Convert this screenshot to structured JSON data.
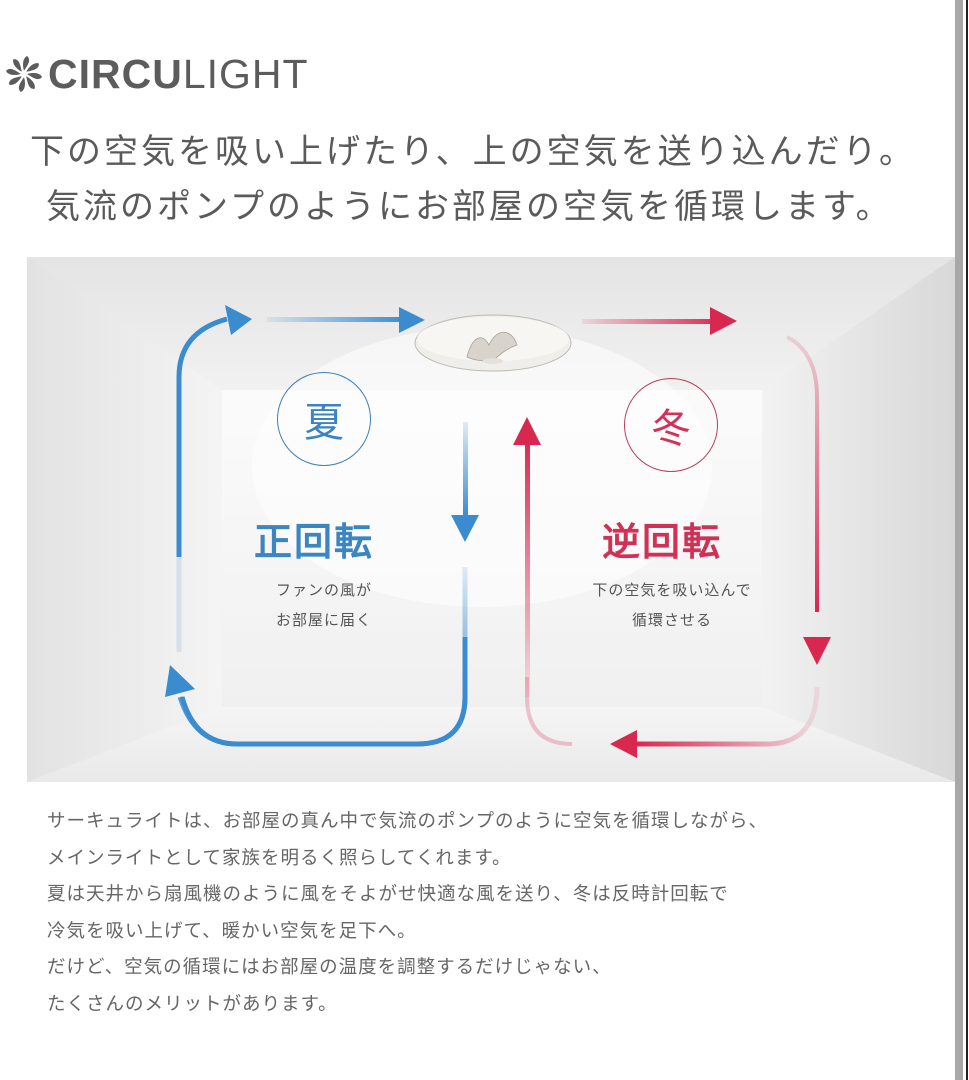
{
  "brand": {
    "logo_icon": "fan-swirl-icon",
    "name_bold": "CIRCU",
    "name_light": "LIGHT"
  },
  "headline": {
    "line1": "下の空気を吸い上げたり、上の空気を送り込んだり。",
    "line2": "気流のポンプのようにお部屋の空気を循環します。"
  },
  "diagram": {
    "summer": {
      "season": "夏",
      "mode": "正回転",
      "desc_line1": "ファンの風が",
      "desc_line2": "お部屋に届く",
      "color": "#3a8ccf"
    },
    "winter": {
      "season": "冬",
      "mode": "逆回転",
      "desc_line1": "下の空気を吸い込んで",
      "desc_line2": "循環させる",
      "color": "#d9284f"
    },
    "fixture_icon": "ceiling-fan-light-icon"
  },
  "body": {
    "lines": [
      "サーキュライトは、お部屋の真ん中で気流のポンプのように空気を循環しながら、",
      "メインライトとして家族を明るく照らしてくれます。",
      "夏は天井から扇風機のように風をそよがせ快適な風を送り、冬は反時計回転で",
      "冷気を吸い上げて、暖かい空気を足下へ。",
      "だけど、空気の循環にはお部屋の温度を調整するだけじゃない、",
      "たくさんのメリットがあります。"
    ]
  }
}
